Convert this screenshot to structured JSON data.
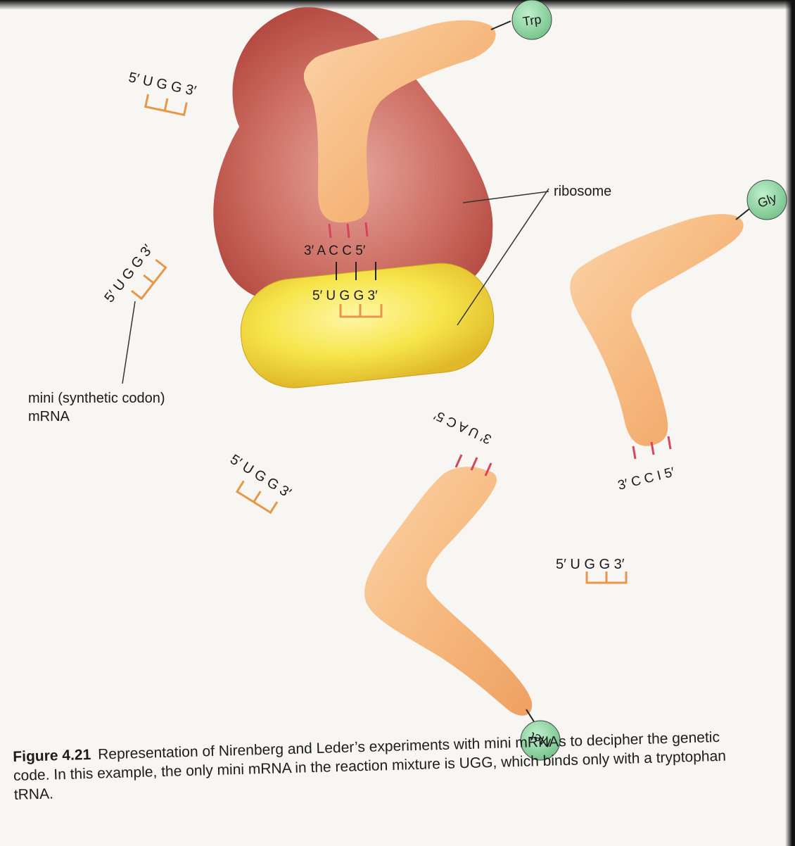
{
  "labels": {
    "trp": "Trp",
    "gly": "Gly",
    "met": "Met",
    "ribosome": "ribosome",
    "mini_mrna_line1": "mini (synthetic codon)",
    "mini_mrna_line2": "mRNA",
    "anticodon_trp": "3′ A C C 5′",
    "codon_bound": "5′ U G G 3′",
    "anticodon_gly": "3′ C C I 5′",
    "anticodon_met": "3′ U A C 5′",
    "free_codon_1": "5′ U G G 3′",
    "free_codon_2": "5′ U G G 3′",
    "free_codon_3": "5′ U G G 3′",
    "free_codon_4": "5′ U G G 3′",
    "pair_bar": "|     |     |"
  },
  "caption": {
    "figure_number": "Figure 4.21",
    "text": "Representation of Nirenberg and Leder’s experiments with mini mRNAs to decipher the genetic code. In this example, the only mini mRNA in the reaction mixture is UGG, which binds only with a tryptophan tRNA."
  },
  "colors": {
    "trna": "#f5b57a",
    "ribosome_large": "#c8625a",
    "ribosome_small": "#f2df2a",
    "amino_acid": "#8fd1a2",
    "mrna_backbone": "#e8974a",
    "pairing": "#d9445a"
  }
}
